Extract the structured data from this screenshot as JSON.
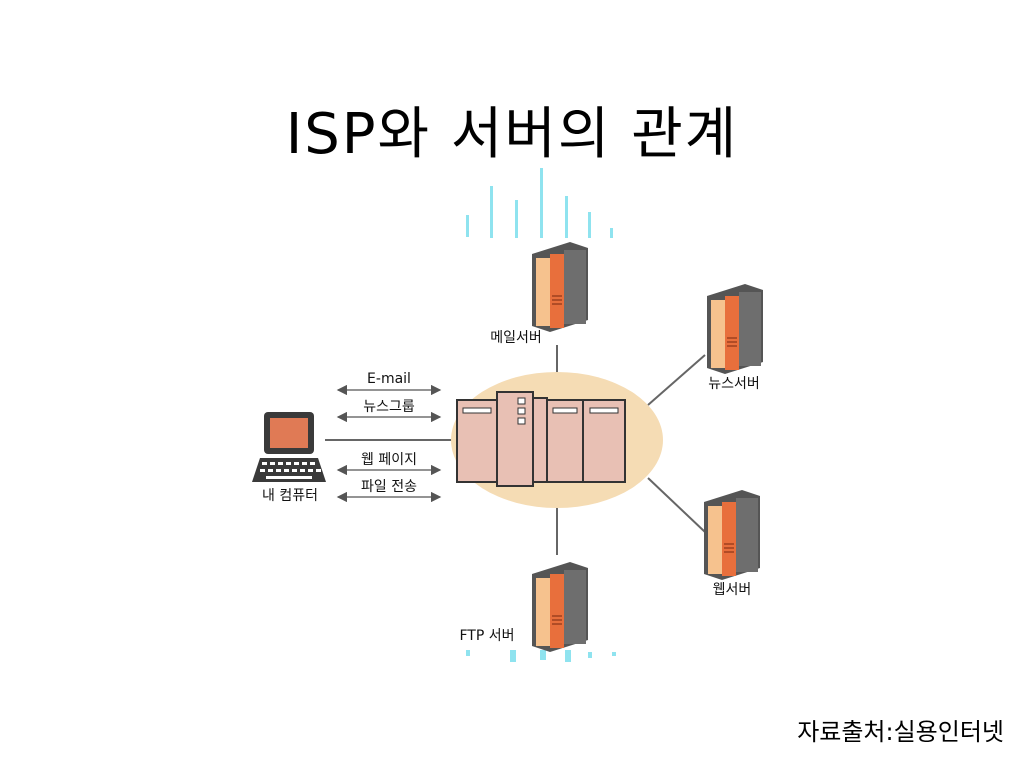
{
  "title": "ISP와 서버의 관계",
  "source_credit": "자료출처:실용인터넷",
  "diagram": {
    "client_label": "내 컴퓨터",
    "services": [
      "E-mail",
      "뉴스그룹",
      "웹 페이지",
      "파일 전송"
    ],
    "servers": {
      "mail": "메일서버",
      "news": "뉴스서버",
      "web": "웹서버",
      "ftp": "FTP 서버"
    }
  },
  "colors": {
    "hub_ellipse": "#f5dcb4",
    "hub_body": "#e8c0b4",
    "server_light": "#f6c28e",
    "server_accent": "#e86f3c",
    "server_dark": "#6e6e6e",
    "monitor_screen": "#e07a55",
    "line": "#666666"
  }
}
